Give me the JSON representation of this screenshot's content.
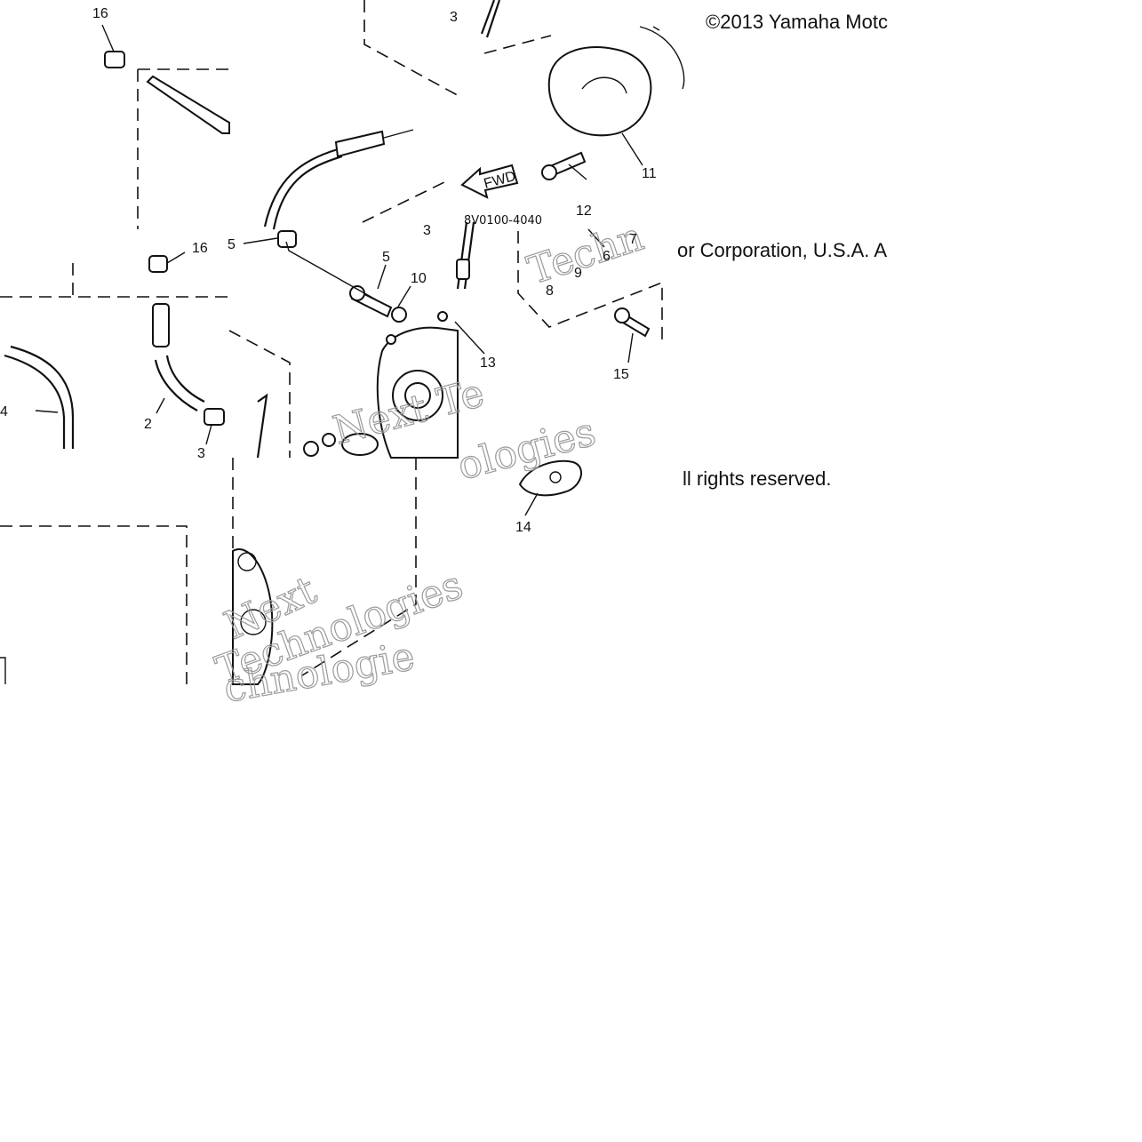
{
  "copyright": {
    "line1": "©2013 Yamaha Motc",
    "line2": "or Corporation, U.S.A. A",
    "line3": "ll rights reserved."
  },
  "part_code": "8V0100-4040",
  "fwd_label": "FWD",
  "watermarks": [
    "Techn",
    "Next Te",
    "ologies",
    "Next",
    "Technologies",
    "chnologie"
  ],
  "callouts": {
    "c16a": "16",
    "c16b": "16",
    "c3a": "3",
    "c3b": "3",
    "c3c": "3",
    "c4": "4",
    "c2": "2",
    "c5a": "5",
    "c5b": "5",
    "c10": "10",
    "c11": "11",
    "c12": "12",
    "c13": "13",
    "c14": "14",
    "c15": "15",
    "c6": "6",
    "c7": "7",
    "c8": "8",
    "c9": "9"
  }
}
